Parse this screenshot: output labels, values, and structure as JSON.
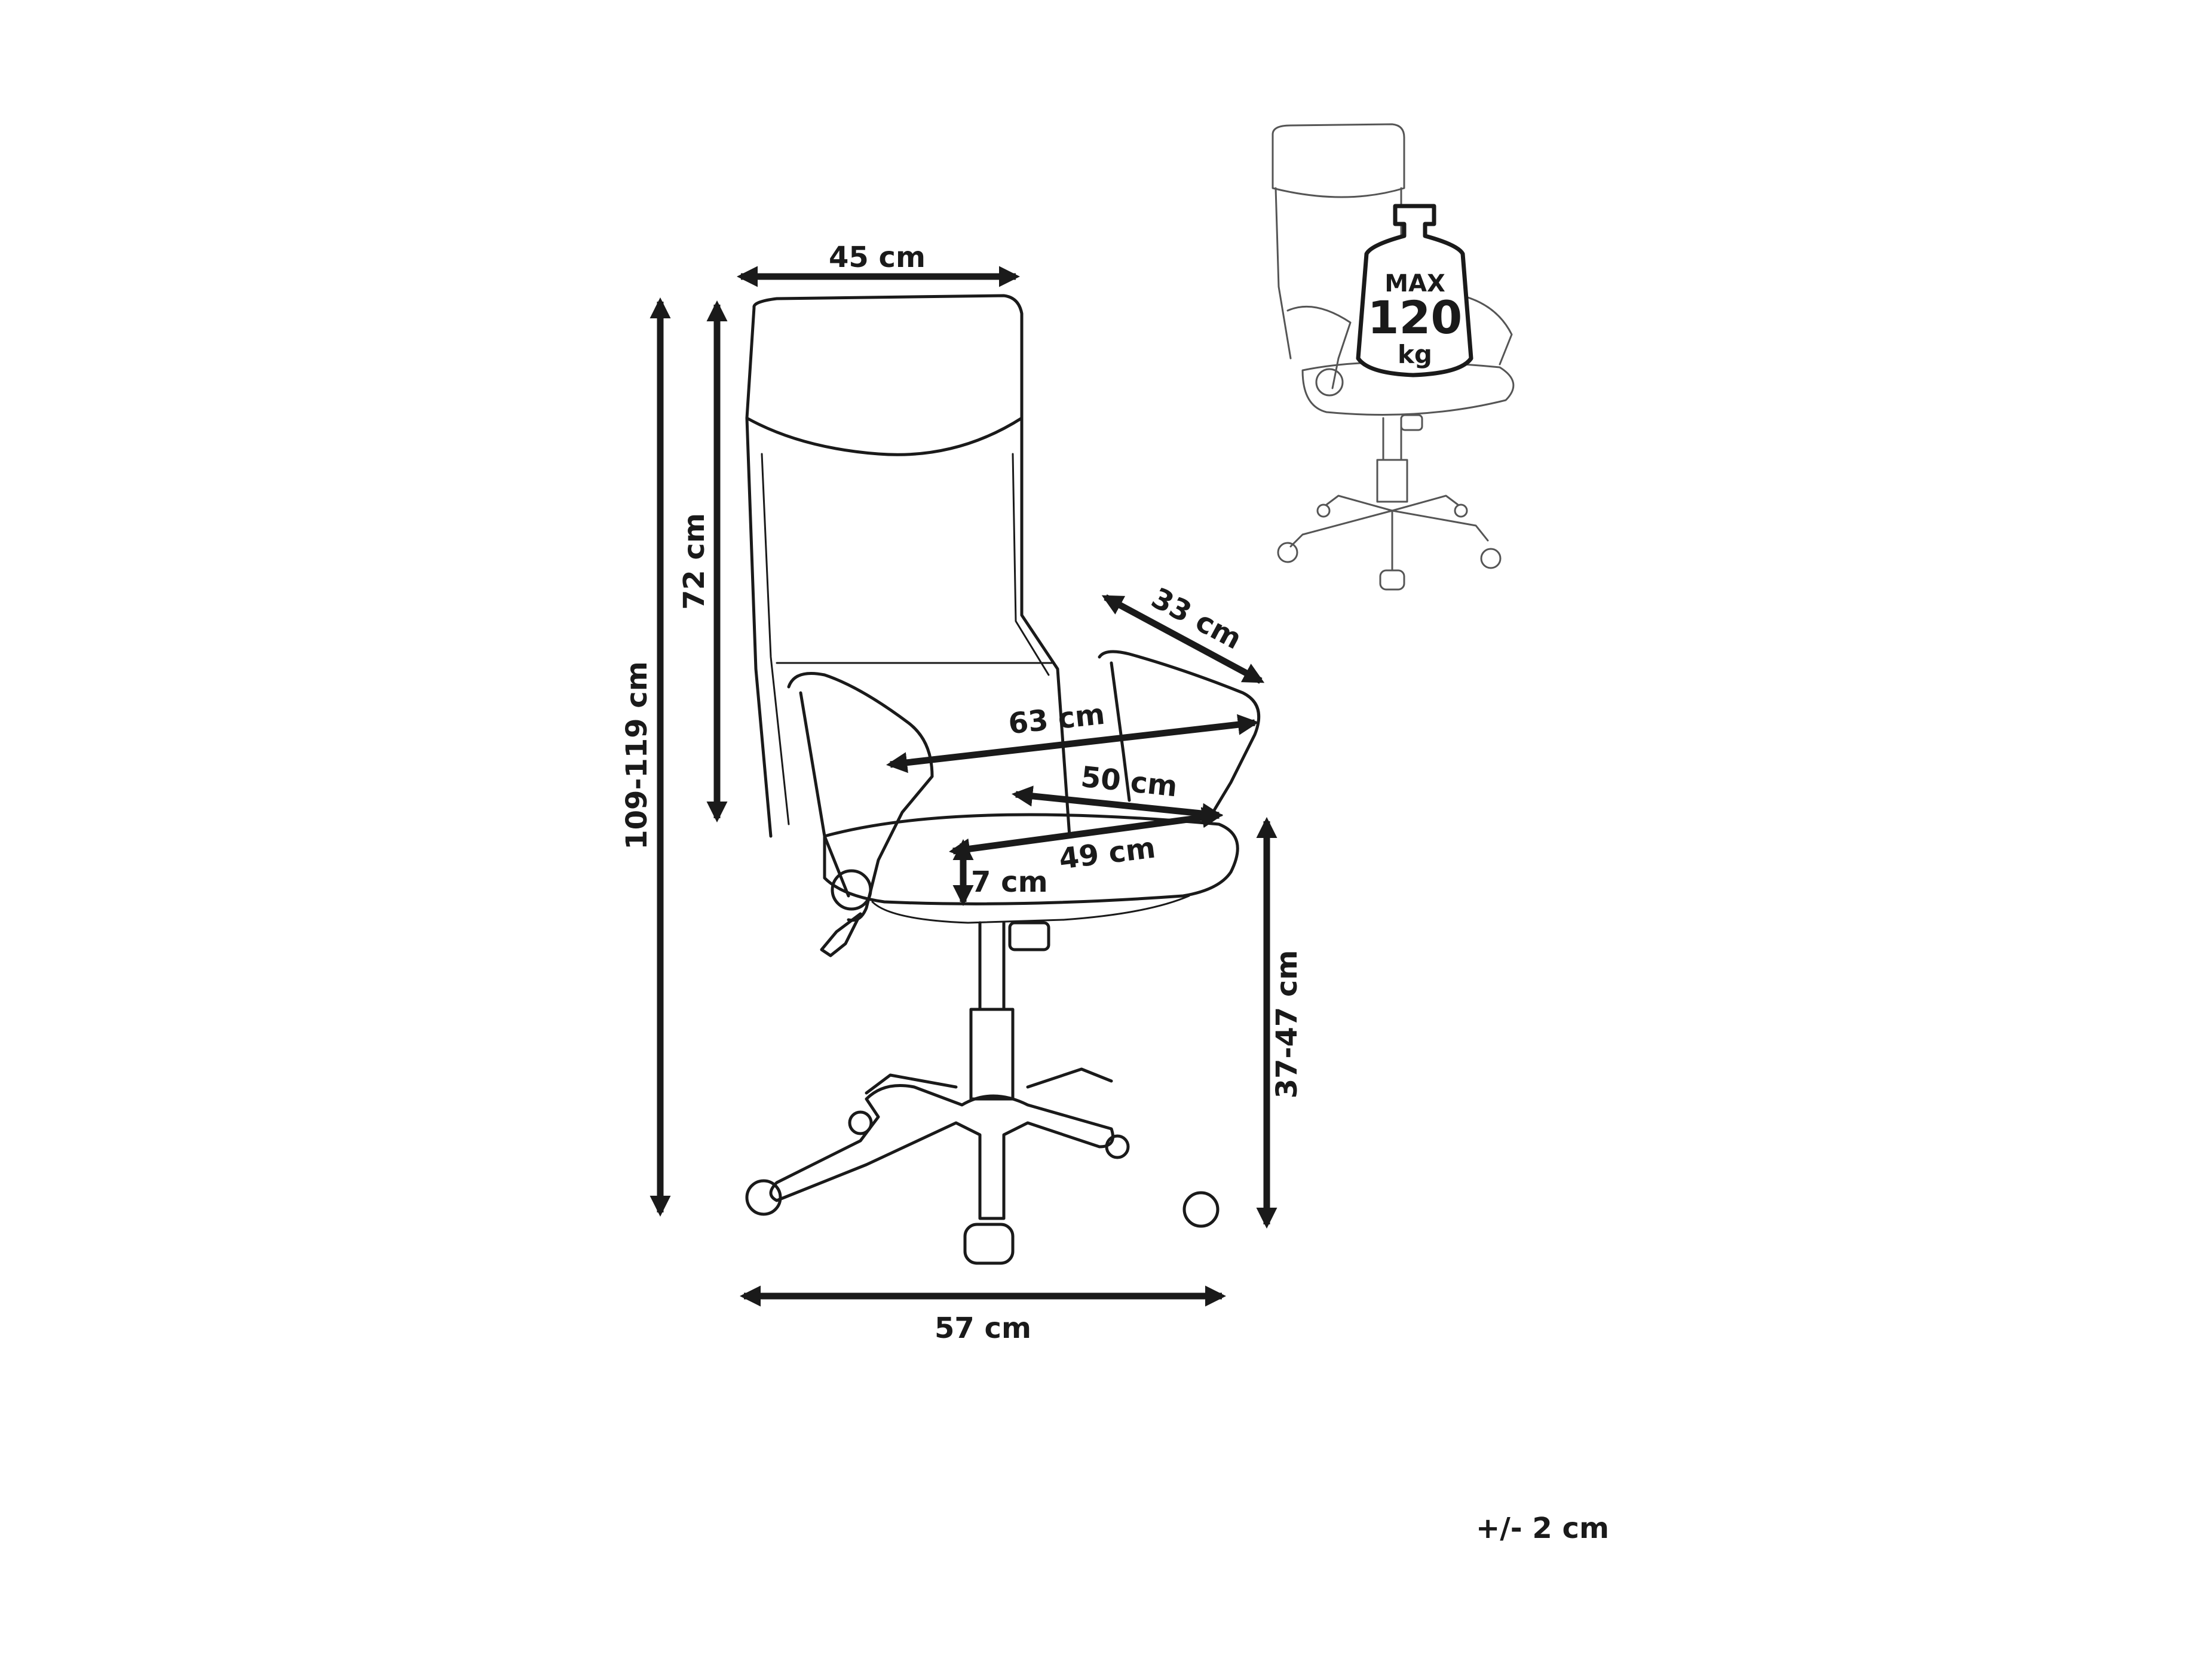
{
  "dimensions": {
    "backrest_width": "45 cm",
    "backrest_height": "72 cm",
    "total_height": "109-119 cm",
    "armrest_length": "33 cm",
    "overall_width": "63 cm",
    "seat_width": "50 cm",
    "seat_depth": "49 cm",
    "seat_thickness": "7 cm",
    "seat_height": "37-47 cm",
    "base_width": "57 cm"
  },
  "max_load": {
    "prefix": "MAX",
    "value": "120",
    "unit": "kg"
  },
  "tolerance": "+/- 2 cm"
}
